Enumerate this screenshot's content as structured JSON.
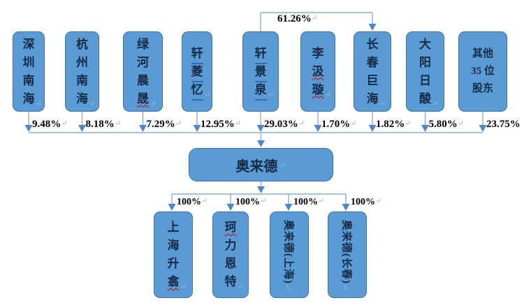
{
  "marks": {
    "return": "↵"
  },
  "colors": {
    "box_fill": "#5b9bd5",
    "box_border": "#41719c",
    "line": "#8aaed6",
    "arrow": "#4f86c6",
    "text": "#152a45",
    "pct_text": "#000000",
    "paragraph_mark": "#9fb3c8",
    "hyperlink_underline": "#2e6db5",
    "spellcheck_squiggly": "#cc0000",
    "background": "#ffffff"
  },
  "diagram": {
    "company": {
      "label": "奥来德"
    },
    "cross_link": {
      "label": "61.26%"
    },
    "top_shareholders": [
      {
        "name": "shenzhen-nanhai",
        "chars": [
          "深",
          "圳",
          "南",
          "海"
        ],
        "pct": "9.48%"
      },
      {
        "name": "hangzhou-nanhai",
        "chars": [
          "杭",
          "州",
          "南",
          "海"
        ],
        "pct": "8.18%"
      },
      {
        "name": "lvhe-chensheng",
        "chars": [
          "绿",
          "河",
          "晨",
          "晟"
        ],
        "pct": "7.29%",
        "squiggly": [
          3
        ]
      },
      {
        "name": "xuan-lingyi",
        "chars": [
          "轩",
          "菱",
          "忆"
        ],
        "pct": "12.95%",
        "underline": true
      },
      {
        "name": "xuan-jingquan",
        "chars": [
          "轩",
          "景",
          "泉"
        ],
        "pct": "29.03%",
        "underline": true
      },
      {
        "name": "li-jixuan",
        "chars": [
          "李",
          "汲",
          "璇"
        ],
        "pct": "1.70%",
        "squiggly": [
          1,
          2
        ]
      },
      {
        "name": "changchun-juhai",
        "chars": [
          "长",
          "春",
          "巨",
          "海"
        ],
        "pct": "1.82%"
      },
      {
        "name": "dayang-risuan",
        "chars": [
          "大",
          "阳",
          "日",
          "酸"
        ],
        "pct": "5.80%"
      },
      {
        "name": "other-35-shareholders",
        "chars": [
          "其他",
          "35 位",
          "股东"
        ],
        "pct": "23.75%",
        "wide": true,
        "no_mark": true
      }
    ],
    "subsidiaries": [
      {
        "name": "shanghai-shengxi",
        "chars": [
          "上",
          "海",
          "升",
          "翕"
        ],
        "pct": "100%",
        "squiggly": [
          3
        ]
      },
      {
        "name": "keli-ente",
        "chars": [
          "珂",
          "力",
          "恩",
          "特"
        ],
        "pct": "100%",
        "squiggly": [
          0
        ]
      },
      {
        "name": "aolaide-shanghai",
        "label": "奥来德(上海)",
        "pct": "100%",
        "rotated": true
      },
      {
        "name": "aolaide-changchun",
        "label": "奥来德(长春)",
        "pct": "100%",
        "rotated": true
      }
    ]
  }
}
